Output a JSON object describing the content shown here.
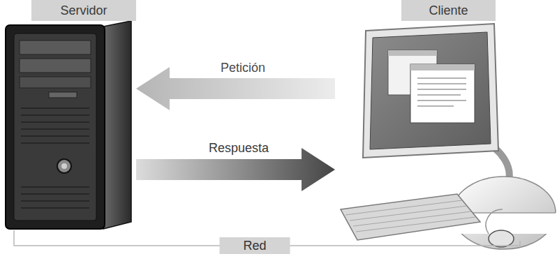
{
  "diagram": {
    "nodes": [
      {
        "text": [
          "Servidor"
        ]
      },
      {
        "text": [
          "Cliente"
        ]
      }
    ],
    "edges": [
      {
        "from": 1,
        "to": 0,
        "label": "Petición",
        "arrow": "to"
      },
      {
        "from": 0,
        "to": 1,
        "label": "Respuesta",
        "arrow": "to"
      },
      {
        "from": 0,
        "to": 1,
        "label": "Red",
        "arrow": "none"
      }
    ]
  }
}
